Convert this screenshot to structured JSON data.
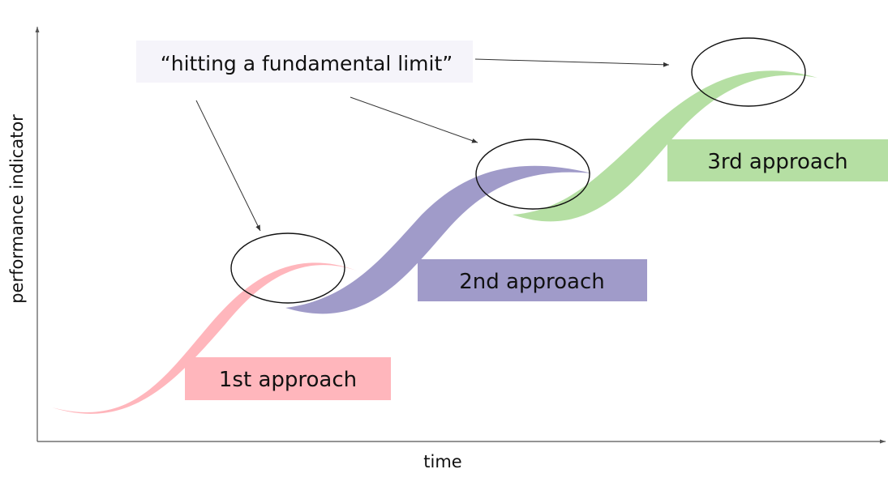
{
  "axes": {
    "x_label": "time",
    "y_label": "performance indicator"
  },
  "callout": {
    "text": "“hitting a fundamental limit”"
  },
  "approaches": [
    {
      "label": "1st approach",
      "color": "#FFB6BC"
    },
    {
      "label": "2nd approach",
      "color": "#A09BC9"
    },
    {
      "label": "3rd approach",
      "color": "#B5DFA3"
    }
  ],
  "colors": {
    "axis": "#555555",
    "callout_box": "#F5F4FA"
  }
}
